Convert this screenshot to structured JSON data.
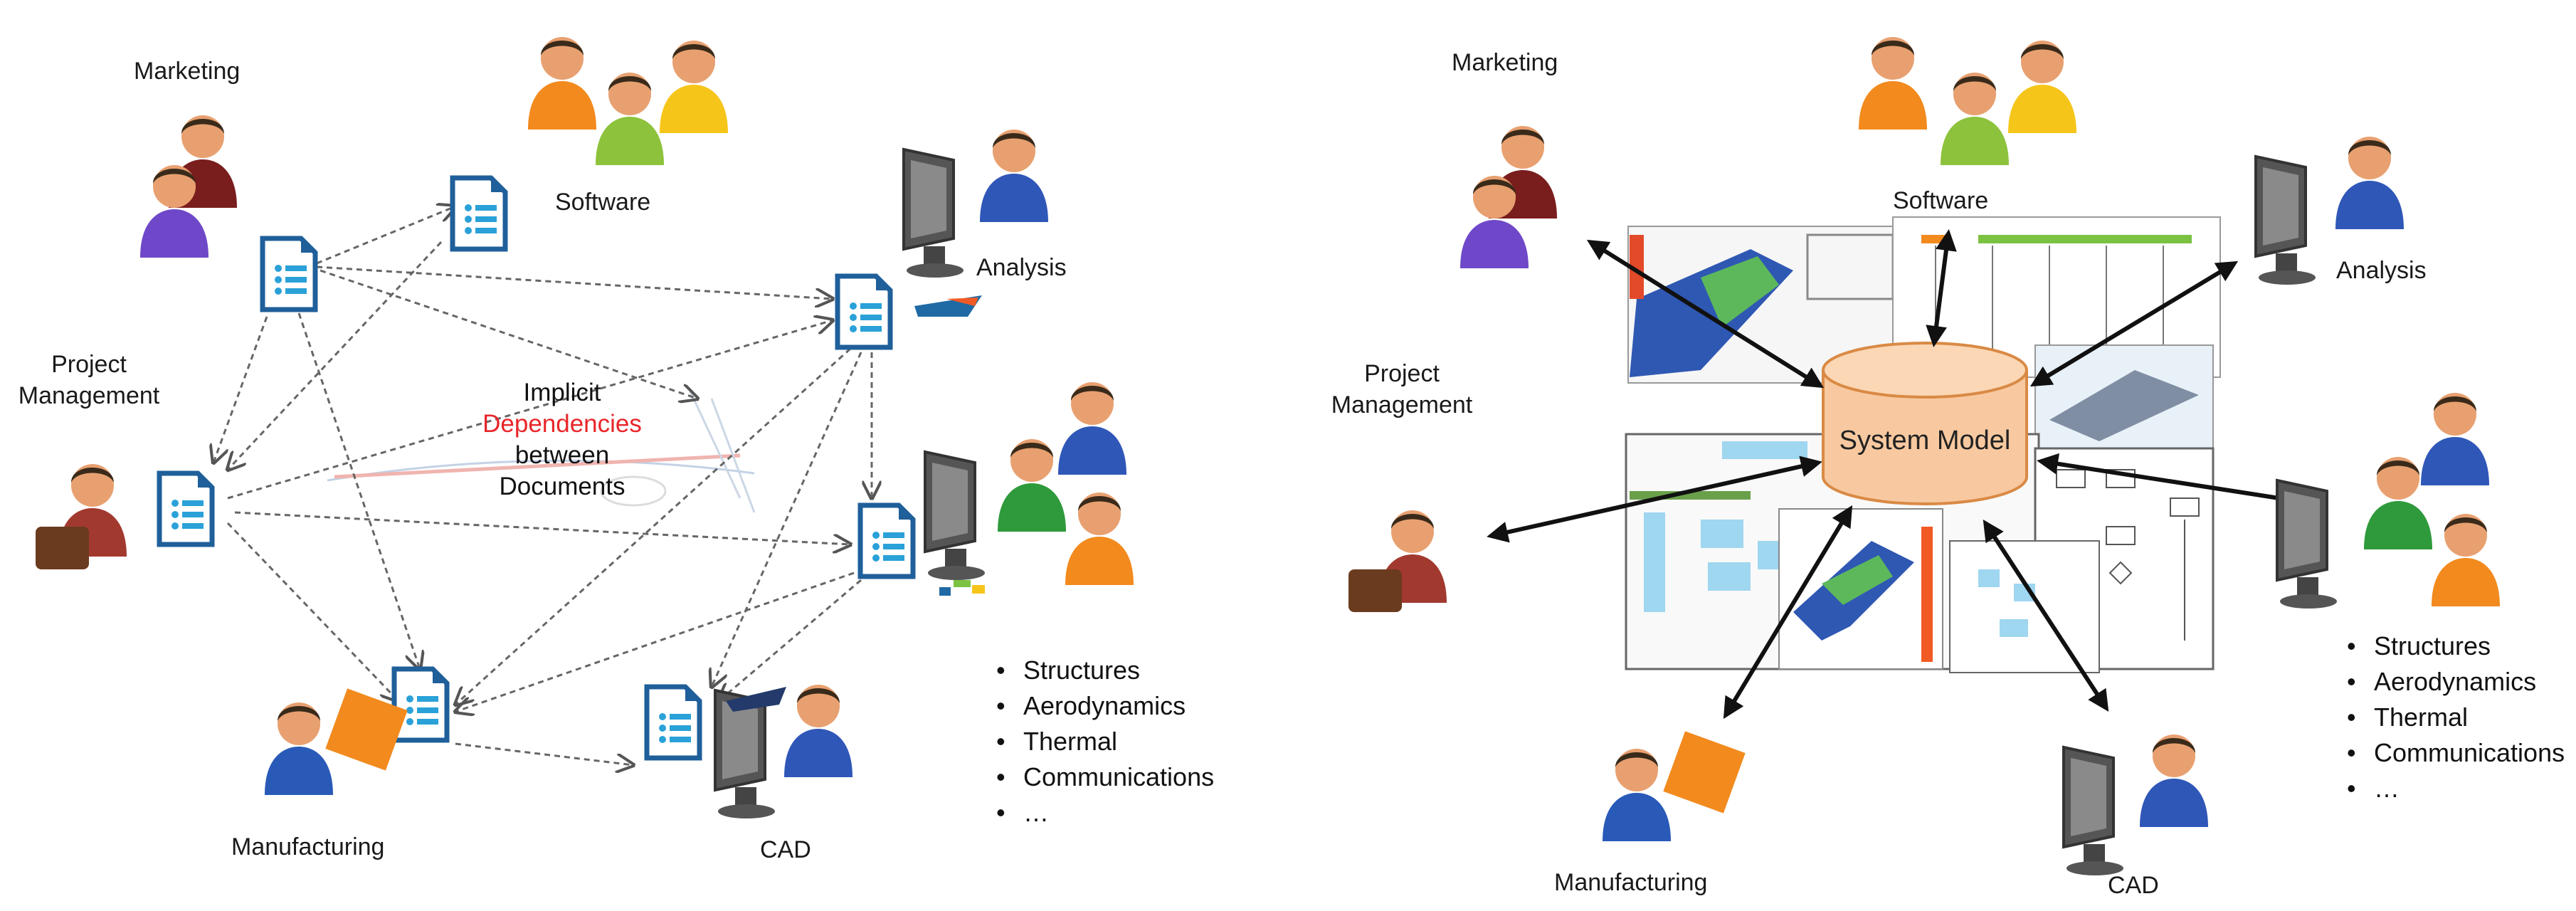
{
  "left_panel": {
    "roles": {
      "marketing": "Marketing",
      "software": "Software",
      "analysis": "Analysis",
      "project_management": [
        "Project",
        "Management"
      ],
      "manufacturing": "Manufacturing",
      "cad": "CAD"
    },
    "center_text": {
      "line1": "Implicit",
      "line2": "Dependencies",
      "line3": "between",
      "line4": "Documents"
    },
    "bullets": [
      "Structures",
      "Aerodynamics",
      "Thermal",
      "Communications",
      "…"
    ]
  },
  "right_panel": {
    "roles": {
      "marketing": "Marketing",
      "software": "Software",
      "analysis": "Analysis",
      "project_management": [
        "Project",
        "Management"
      ],
      "manufacturing": "Manufacturing",
      "cad": "CAD"
    },
    "hub_label": "System Model",
    "bullets": [
      "Structures",
      "Aerodynamics",
      "Thermal",
      "Communications",
      "…"
    ]
  },
  "colors": {
    "doc_blue": "#1f5f9a",
    "doc_accent": "#2aa1d8",
    "cylinder_fill": "#f8c9a0",
    "cylinder_stroke": "#d98a45",
    "dependency_red": "#e8262a"
  }
}
